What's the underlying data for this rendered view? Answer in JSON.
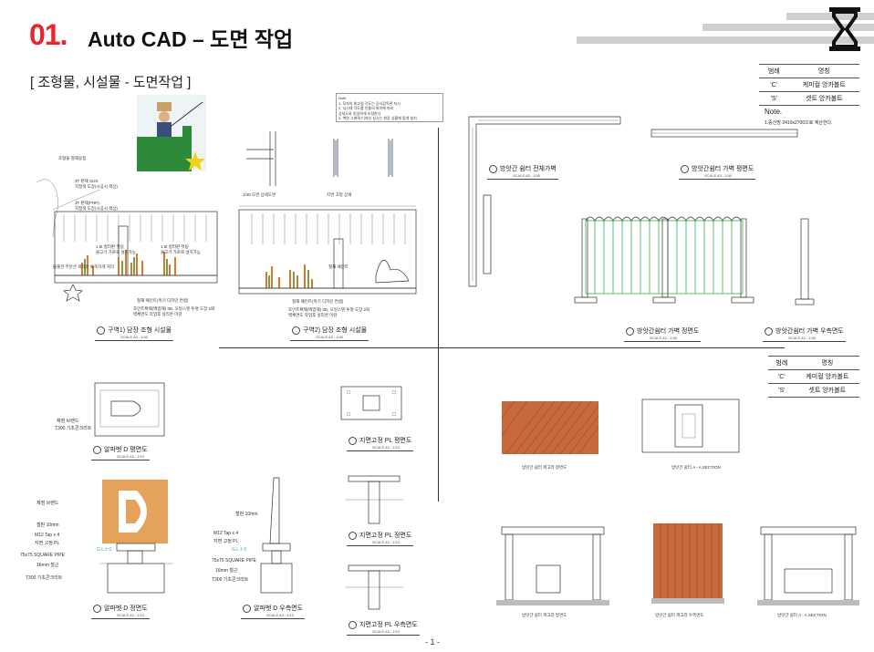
{
  "header": {
    "number": "01.",
    "title": "Auto CAD – 도면 작업"
  },
  "subtitle": "[ 조형물, 시설물 - 도면작업 ]",
  "legend_top": {
    "col1": "범례",
    "col2": "명칭",
    "rows": [
      {
        "symbol": "'C'",
        "name": "케미컬 앙카볼트"
      },
      {
        "symbol": "'S'",
        "name": "셋트 앙카볼트"
      }
    ],
    "note_label": "Note.",
    "note_text": "1.중산방 2410x2700으로 계산한다."
  },
  "legend_mid": {
    "col1": "범례",
    "col2": "명칭",
    "rows": [
      {
        "symbol": "'C'",
        "name": "케미컬 앙카볼트"
      },
      {
        "symbol": "'S'",
        "name": "셋트 앙카볼트"
      }
    ]
  },
  "note_box": {
    "title": "Note",
    "lines": [
      "1. 모자의 최고점 각도는 공사감독관 지시",
      "2. 낚시대 각도를 인물의 위치에 따라",
      "   상세도와 동일하게 조정한다",
      "3. 벽면 그래픽 디자인 실시는 현장 상황에 맞게 설치"
    ]
  },
  "drawing_titles": {
    "t1": "구역1) 담장 조형 시설물",
    "t2": "구역2) 담장 조형 시설물",
    "t3": "방앗간 쉼터 전체가벽",
    "t4": "방앗간쉼터 가벽 평면도",
    "t5": "방앗간쉼터 가벽 정면도",
    "t6": "방앗간쉼터 가벽 우측면도",
    "t7": "알파벳 D 평면도",
    "t8": "알파벳 D 정면도",
    "t9": "알파벳 D 우측면도",
    "t10": "지면고정 PL 평면도",
    "t11": "지면고정 PL 정면도",
    "t12": "지면고정 PL 우측면도"
  },
  "annotations": {
    "d1": "채점 브랜드",
    "d2": "T300 기초콘크리트",
    "d3": "제점 브랜드",
    "d4": "철판 10mm",
    "d5": "M12 Tap x 4",
    "d6": "지면 고정 PL",
    "d7": "75x75 SQUARE PIPE",
    "d8": "16mm 철근",
    "d9": "T300 기초콘크리트",
    "d10": "철판 10mm",
    "d11": "M12 Tap x 4",
    "d12": "지면 고정 PL",
    "d13": "75x75 SQUARE PIPE",
    "d14": "16mm 철근",
    "d15": "T300 기초콘크리트",
    "d16": "G.L ± 0"
  },
  "page_number": "- 1 -"
}
